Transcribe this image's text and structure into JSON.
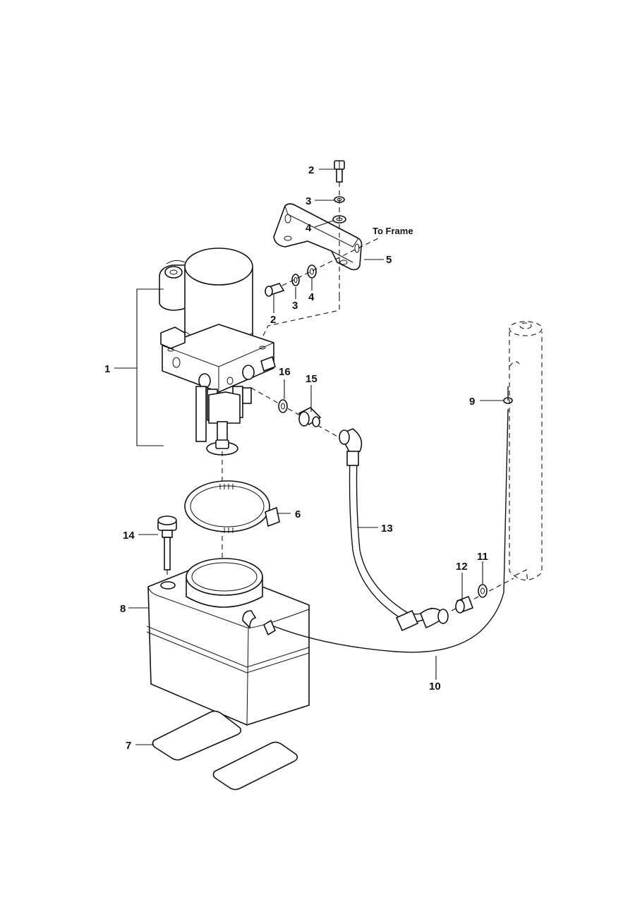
{
  "diagram": {
    "callouts": [
      {
        "id": "c2a",
        "label": "2"
      },
      {
        "id": "c3a",
        "label": "3"
      },
      {
        "id": "c4a",
        "label": "4"
      },
      {
        "id": "c5",
        "label": "5"
      },
      {
        "id": "c2b",
        "label": "2"
      },
      {
        "id": "c3b",
        "label": "3"
      },
      {
        "id": "c4b",
        "label": "4"
      },
      {
        "id": "c1",
        "label": "1"
      },
      {
        "id": "c16",
        "label": "16"
      },
      {
        "id": "c15",
        "label": "15"
      },
      {
        "id": "c9",
        "label": "9"
      },
      {
        "id": "c6",
        "label": "6"
      },
      {
        "id": "c13",
        "label": "13"
      },
      {
        "id": "c14",
        "label": "14"
      },
      {
        "id": "c12",
        "label": "12"
      },
      {
        "id": "c11",
        "label": "11"
      },
      {
        "id": "c8",
        "label": "8"
      },
      {
        "id": "c10",
        "label": "10"
      },
      {
        "id": "c7",
        "label": "7"
      }
    ],
    "note": "To Frame"
  }
}
